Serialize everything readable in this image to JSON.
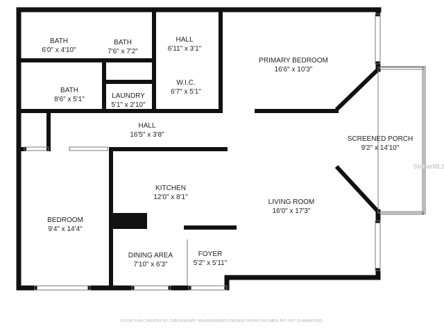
{
  "rooms": [
    {
      "name": "BATH",
      "size": "6'0\" x 4'10\""
    },
    {
      "name": "BATH",
      "size": "7'6\" x 7'2\""
    },
    {
      "name": "HALL",
      "size": "6'11\" x 3'1\""
    },
    {
      "name": "PRIMARY BEDROOM",
      "size": "16'6\" x 10'3\""
    },
    {
      "name": "BATH",
      "size": "8'6\" x 5'1\""
    },
    {
      "name": "LAUNDRY",
      "size": "5'1\" x 2'10\""
    },
    {
      "name": "W.I.C.",
      "size": "6'7\" x 5'1\""
    },
    {
      "name": "HALL",
      "size": "16'5\" x 3'8\""
    },
    {
      "name": "SCREENED PORCH",
      "size": "9'2\" x 14'10\""
    },
    {
      "name": "KITCHEN",
      "size": "12'0\" x 8'1\""
    },
    {
      "name": "LIVING ROOM",
      "size": "16'0\" x 17'3\""
    },
    {
      "name": "BEDROOM",
      "size": "9'4\" x 14'4\""
    },
    {
      "name": "DINING AREA",
      "size": "7'10\" x 6'3\""
    },
    {
      "name": "FOYER",
      "size": "5'2\" x 5'11\""
    }
  ],
  "footer": "FLOOR PLAN CREATED BY CUBICASA APP. MEASUREMENTS DEEMED HIGHLY RELIABLE BUT NOT GUARANTEED.",
  "watermark": "StellarMLS",
  "colors": {
    "wall": "#111111",
    "background": "#ffffff"
  }
}
